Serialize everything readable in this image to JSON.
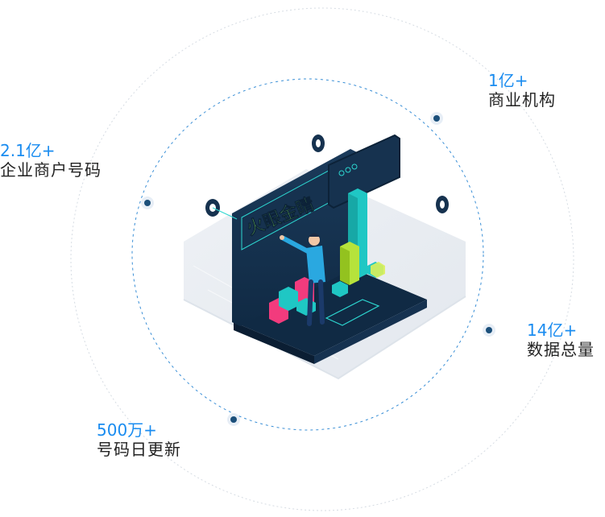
{
  "colors": {
    "accent": "#1a8cf0",
    "label": "#222222",
    "dot": "#1b4f7a",
    "ring": "#3a8fd6",
    "panel": "#16324f",
    "teal": "#1fc7c4",
    "lime": "#b6e33b",
    "pink": "#f23b7d"
  },
  "logo": {
    "text": "火眼金睛"
  },
  "stats": {
    "merchant": {
      "value": "2.1亿+",
      "label": "企业商户号码"
    },
    "org": {
      "value": "1亿+",
      "label": "商业机构"
    },
    "total": {
      "value": "14亿+",
      "label": "数据总量"
    },
    "daily": {
      "value": "500万+",
      "label": "号码日更新"
    }
  },
  "icons": {
    "node": "target-dot-icon",
    "illustration": "data-dashboard-illustration"
  }
}
